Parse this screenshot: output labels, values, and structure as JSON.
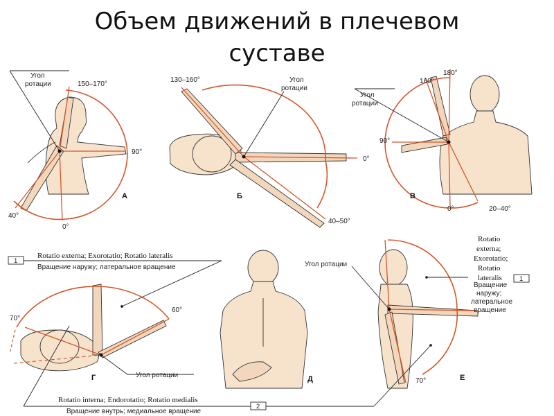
{
  "title": {
    "line1": "Объем движений в плечевом",
    "line2": "суставе"
  },
  "panels": {
    "a": {
      "letter": "А",
      "rotation_label_1": "Угол",
      "rotation_label_2": "ротации",
      "angle_top": "150–170°",
      "angle_mid": "90°",
      "angle_back": "40°",
      "angle_zero": "0°"
    },
    "b": {
      "letter": "Б",
      "rotation_label_1": "Угол",
      "rotation_label_2": "ротации",
      "angle_top": "130–160°",
      "angle_zero": "0°",
      "angle_bottom": "40–50°"
    },
    "v": {
      "letter": "В",
      "rotation_label_1": "Угол",
      "rotation_label_2": "ротации",
      "angle_180": "180°",
      "angle_160": "160°",
      "angle_90": "90°",
      "angle_zero": "0°",
      "angle_low": "20–40°"
    },
    "g": {
      "letter": "Г",
      "angle_left": "70°",
      "angle_right": "60°",
      "rotation_label": "Угол ротации"
    },
    "d": {
      "letter": "Д"
    },
    "e": {
      "letter": "Е",
      "rotation_label": "Угол ротации",
      "angle_bottom": "70°",
      "latin_1": "Rotatio",
      "latin_2": "externa;",
      "latin_3": "Exorotatio;",
      "latin_4": "Rotatio",
      "latin_5": "lateralis",
      "ru_1": "Вращение",
      "ru_2": "наружу;",
      "ru_3": "латеральное",
      "ru_4": "вращение"
    }
  },
  "legend": {
    "box1": "1",
    "box1_latin": "Rotatio externa; Exorotatio; Rotatio lateralis",
    "box1_ru": "Вращение наружу; латеральное вращение",
    "box2": "2",
    "box2_latin": "Rotatio interna; Endorotatio; Rotatio medialis",
    "box2_ru": "Вращение внутрь; медиальное вращение",
    "box1_right": "1"
  },
  "colors": {
    "accent": "#d4562a",
    "skin": "#f7e2cc",
    "line": "#222222"
  }
}
